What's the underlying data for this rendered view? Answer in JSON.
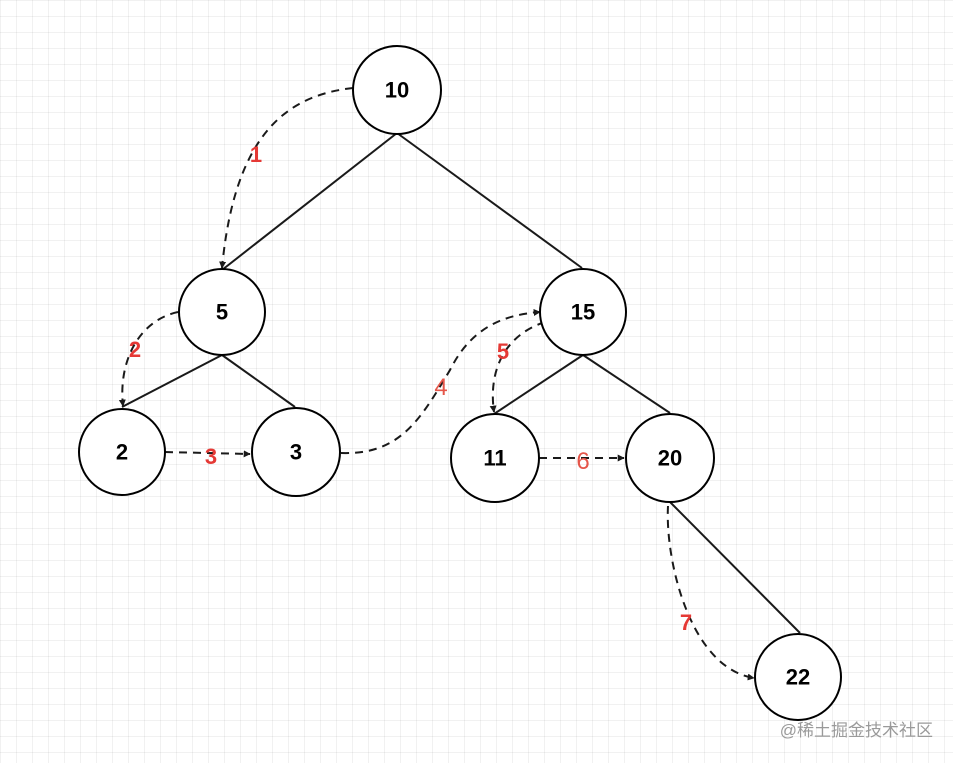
{
  "tree": {
    "nodes": [
      {
        "id": "n10",
        "label": "10"
      },
      {
        "id": "n5",
        "label": "5"
      },
      {
        "id": "n15",
        "label": "15"
      },
      {
        "id": "n2",
        "label": "2"
      },
      {
        "id": "n3",
        "label": "3"
      },
      {
        "id": "n11",
        "label": "11"
      },
      {
        "id": "n20",
        "label": "20"
      },
      {
        "id": "n22",
        "label": "22"
      }
    ],
    "edges": [
      {
        "from": "10",
        "to": "5"
      },
      {
        "from": "10",
        "to": "15"
      },
      {
        "from": "5",
        "to": "2"
      },
      {
        "from": "5",
        "to": "3"
      },
      {
        "from": "15",
        "to": "11"
      },
      {
        "from": "15",
        "to": "20"
      },
      {
        "from": "20",
        "to": "22"
      }
    ]
  },
  "traversal": {
    "steps": [
      {
        "label": "1",
        "from": "10",
        "to": "5"
      },
      {
        "label": "2",
        "from": "5",
        "to": "2"
      },
      {
        "label": "3",
        "from": "2",
        "to": "3"
      },
      {
        "label": "4",
        "from": "3",
        "to": "15"
      },
      {
        "label": "5",
        "from": "15",
        "to": "11"
      },
      {
        "label": "6",
        "from": "11",
        "to": "20"
      },
      {
        "label": "7",
        "from": "20",
        "to": "22"
      }
    ]
  },
  "colors": {
    "step_label": "#e53935",
    "step_label_thin": "#e5564a",
    "node_stroke": "#000000",
    "watermark": "#9a9a9a"
  },
  "watermark": "@稀土掘金技术社区"
}
